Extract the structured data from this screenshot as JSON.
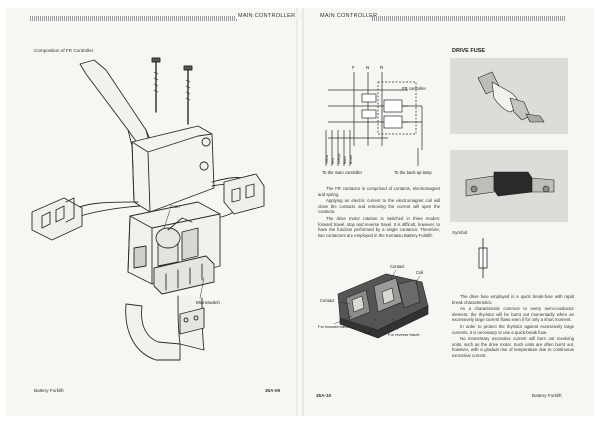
{
  "left_page": {
    "header": "MAIN CONTROLLER",
    "caption": "Composition of FR Controller",
    "labels": {
      "cam": "Cam",
      "microswitch": "Microswitch"
    },
    "footer_left": "Battery Forklift",
    "page_number": "35A-09"
  },
  "right_page": {
    "header": "MAIN CONTROLLER",
    "diagram_labels": {
      "f": "F",
      "n": "N",
      "r": "R",
      "fr_controller": "FR controller",
      "to_main_controller": "To the main controller",
      "to_backup_lamp": "To the back-up lamp",
      "wires": [
        "Yellow",
        "Red",
        "Orange",
        "Black",
        "Brown"
      ]
    },
    "fr_paragraphs": [
      "The FR contactor is comprised of contacts, electromagnet and spring.",
      "Applying an electric current to the electromagnet coil will close the contacts and removing the current will open the contacts.",
      "The drive motor rotation is switched in three modes: forward travel, stop and reverse travel. It is difficult, however, to have the function performed by a single contactor. Therefore, two contactors are employed in the Komatsu Battery Forklift."
    ],
    "photo_labels": {
      "contact_top": "Contact",
      "coil_top": "Coil",
      "contact_left": "Contact",
      "coil_bottom": "Coil",
      "for_forward_travel": "For forward travel",
      "for_reverse_travel": "For reverse travel"
    },
    "drive_fuse_title": "DRIVE FUSE",
    "symbol_label": "Symbol",
    "fuse_paragraphs": [
      "The drive fuse employed is a quick break-fuse with rapid break characteristics.",
      "As a characteristic common to every semi-conductor element, the thyristor will be burnt out momentarily when an excessively large current flows even if for only a short moment.",
      "In order to protect the thyristor against excessively large currents, it is necessary to use a quick-break fuse.",
      "No momentary excessive current will burn out revolving units, such as the drive motor. Such units are often burnt out, however, with a gradual rise of temperature due to continuous excessive current."
    ],
    "page_number": "35A-10",
    "footer_right": "Battery Forklift"
  }
}
